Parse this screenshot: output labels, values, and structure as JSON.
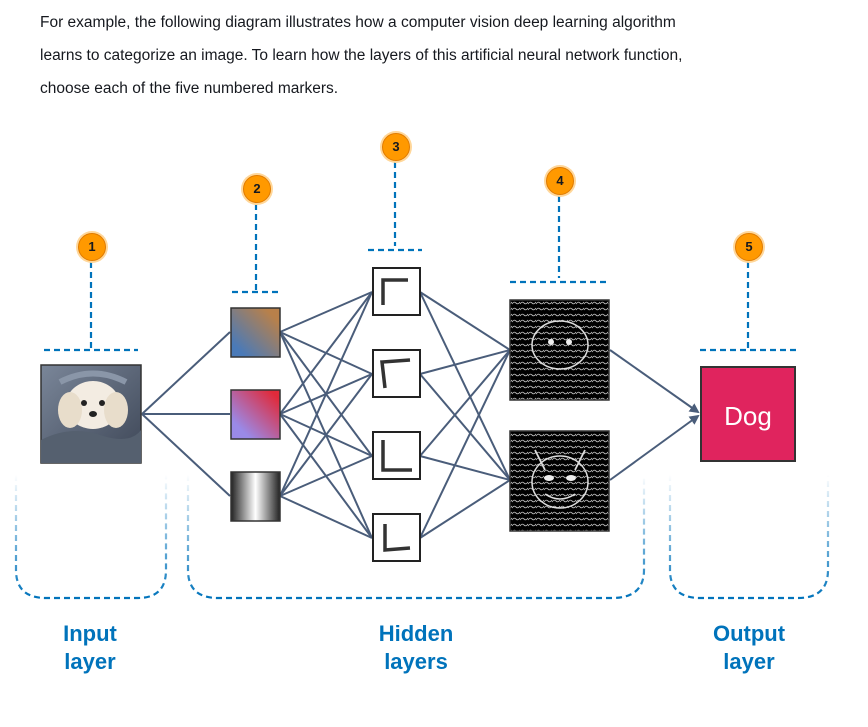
{
  "intro": {
    "line1": "For example, the following diagram illustrates how a computer vision deep learning algorithm",
    "line2": "learns to categorize an image. To learn how the layers of this artificial neural network function,",
    "line3": "choose each of the five numbered markers."
  },
  "markers": [
    "1",
    "2",
    "3",
    "4",
    "5"
  ],
  "output_label": "Dog",
  "layers": {
    "input": [
      "Input",
      "layer"
    ],
    "hidden": [
      "Hidden",
      "layers"
    ],
    "output": [
      "Output",
      "layer"
    ]
  },
  "colors": {
    "marker": "#ff9900",
    "dashed": "#0073bb",
    "label": "#0073bb",
    "output": "#e0245e",
    "connection": "#4a5d7a"
  }
}
